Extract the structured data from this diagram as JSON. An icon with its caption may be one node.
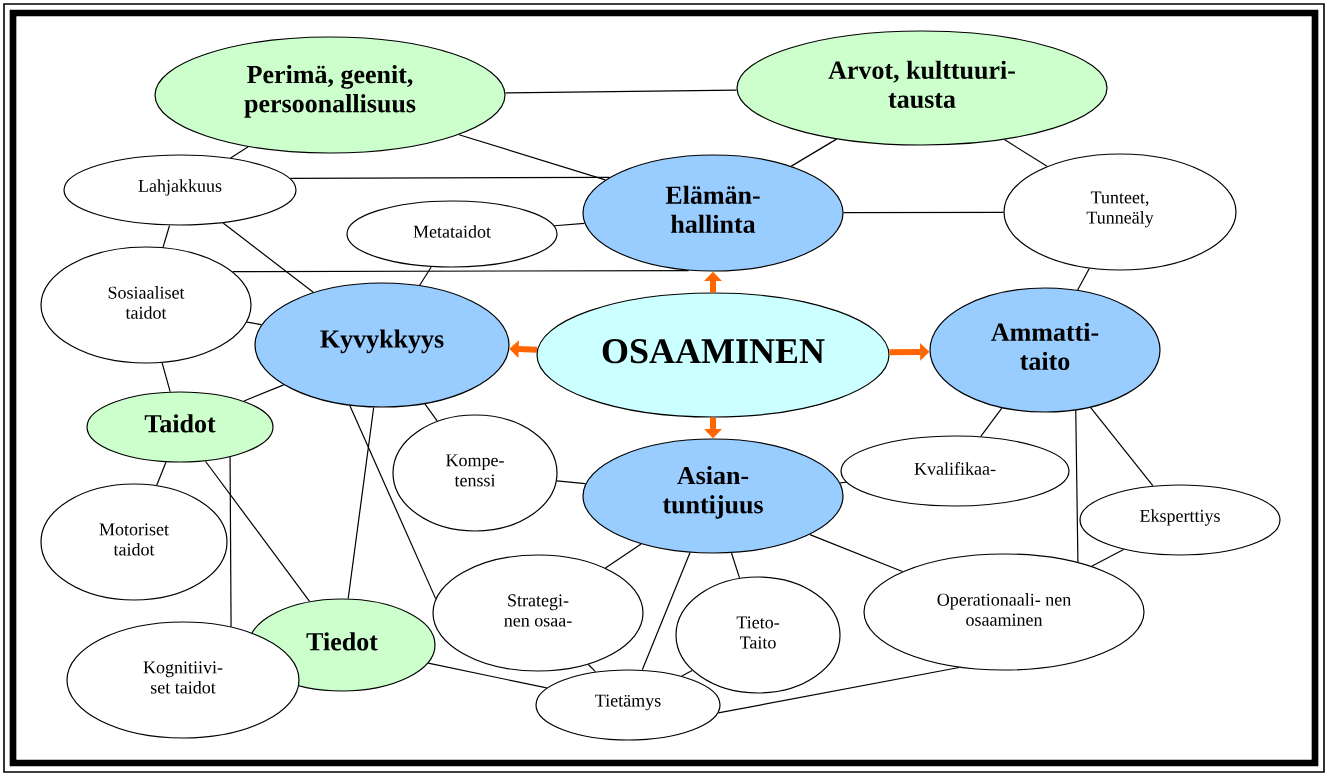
{
  "diagram": {
    "nodes": [
      {
        "text": [
          "Perimä, geenit, persoonallisuus"
        ]
      },
      {
        "text": [
          "Arvot, kulttuuri- tausta"
        ]
      },
      {
        "text": [
          "Lahjakkuus"
        ]
      },
      {
        "text": [
          "Elämän- hallinta"
        ]
      },
      {
        "text": [
          "Tunteet, Tunneäly"
        ]
      },
      {
        "text": [
          "Metataidot"
        ]
      },
      {
        "text": [
          "Sosiaaliset taidot"
        ]
      },
      {
        "text": [
          "Kyvykkyys"
        ]
      },
      {
        "text": [
          "OSAAMINEN"
        ]
      },
      {
        "text": [
          "Ammatti- taito"
        ]
      },
      {
        "text": [
          "Taidot"
        ]
      },
      {
        "text": [
          "Kompe- tenssi"
        ]
      },
      {
        "text": [
          "Asian- tuntijuus"
        ]
      },
      {
        "text": [
          "Kvalifikaa-"
        ]
      },
      {
        "text": [
          "Eksperttiys"
        ]
      },
      {
        "text": [
          "Motoriset taidot"
        ]
      },
      {
        "text": [
          "Strategi- nen osaa-"
        ]
      },
      {
        "text": [
          "Tieto- Taito"
        ]
      },
      {
        "text": [
          "Operationaali- nen osaaminen"
        ]
      },
      {
        "text": [
          "Tiedot"
        ]
      },
      {
        "text": [
          "Kognitiivi- set taidot"
        ]
      },
      {
        "text": [
          "Tietämys"
        ]
      }
    ],
    "edges": [
      {
        "from": 8,
        "to": 3,
        "arrow": "to",
        "style": "thick",
        "color": "#ff6600"
      },
      {
        "from": 8,
        "to": 7,
        "arrow": "to",
        "style": "thick",
        "color": "#ff6600"
      },
      {
        "from": 8,
        "to": 9,
        "arrow": "to",
        "style": "thick",
        "color": "#ff6600"
      },
      {
        "from": 8,
        "to": 12,
        "arrow": "to",
        "style": "thick",
        "color": "#ff6600"
      },
      {
        "from": 0,
        "to": 2,
        "arrow": "none"
      },
      {
        "from": 0,
        "to": 1,
        "arrow": "none"
      },
      {
        "from": 0,
        "to": 3,
        "arrow": "none"
      },
      {
        "from": 1,
        "to": 3,
        "arrow": "none"
      },
      {
        "from": 1,
        "to": 4,
        "arrow": "none"
      },
      {
        "from": 2,
        "to": 3,
        "arrow": "none"
      },
      {
        "from": 2,
        "to": 6,
        "arrow": "none"
      },
      {
        "from": 2,
        "to": 7,
        "arrow": "none"
      },
      {
        "from": 5,
        "to": 3,
        "arrow": "none"
      },
      {
        "from": 5,
        "to": 7,
        "arrow": "none"
      },
      {
        "from": 6,
        "to": 3,
        "arrow": "none"
      },
      {
        "from": 6,
        "to": 7,
        "arrow": "none"
      },
      {
        "from": 6,
        "to": 10,
        "arrow": "none"
      },
      {
        "from": 3,
        "to": 4,
        "arrow": "none"
      },
      {
        "from": 4,
        "to": 9,
        "arrow": "none"
      },
      {
        "from": 7,
        "to": 10,
        "arrow": "none"
      },
      {
        "from": 7,
        "to": 11,
        "arrow": "none"
      },
      {
        "from": 7,
        "to": 19,
        "arrow": "none"
      },
      {
        "from": 7,
        "to": 16,
        "arrow": "none"
      },
      {
        "from": 10,
        "to": 15,
        "arrow": "none"
      },
      {
        "from": 10,
        "to": 20,
        "arrow": "none"
      },
      {
        "from": 10,
        "to": 19,
        "arrow": "none"
      },
      {
        "from": 19,
        "to": 21,
        "arrow": "none"
      },
      {
        "from": 11,
        "to": 12,
        "arrow": "none"
      },
      {
        "from": 12,
        "to": 13,
        "arrow": "none"
      },
      {
        "from": 12,
        "to": 16,
        "arrow": "none"
      },
      {
        "from": 12,
        "to": 17,
        "arrow": "none"
      },
      {
        "from": 12,
        "to": 18,
        "arrow": "none"
      },
      {
        "from": 12,
        "to": 21,
        "arrow": "none"
      },
      {
        "from": 16,
        "to": 21,
        "arrow": "none"
      },
      {
        "from": 17,
        "to": 21,
        "arrow": "none"
      },
      {
        "from": 9,
        "to": 13,
        "arrow": "none"
      },
      {
        "from": 9,
        "to": 18,
        "arrow": "none"
      },
      {
        "from": 9,
        "to": 14,
        "arrow": "none"
      },
      {
        "from": 14,
        "to": 18,
        "arrow": "none"
      },
      {
        "from": 18,
        "to": 21,
        "arrow": "none"
      }
    ]
  }
}
